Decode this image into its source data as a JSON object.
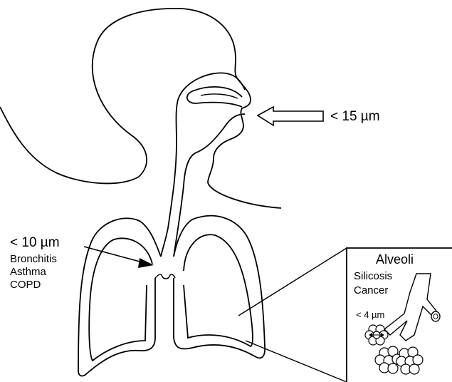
{
  "labels": {
    "nose_size": "< 15 µm",
    "bronchi_size": "< 10 µm",
    "bronchi_diseases": [
      "Bronchitis",
      "Asthma",
      "COPD"
    ],
    "alveoli_title": "Alveoli",
    "alveoli_diseases": [
      "Silicosis",
      "Cancer"
    ],
    "alveoli_size": "< 4 µm"
  },
  "colors": {
    "line": "#000000",
    "background": "#ffffff"
  }
}
